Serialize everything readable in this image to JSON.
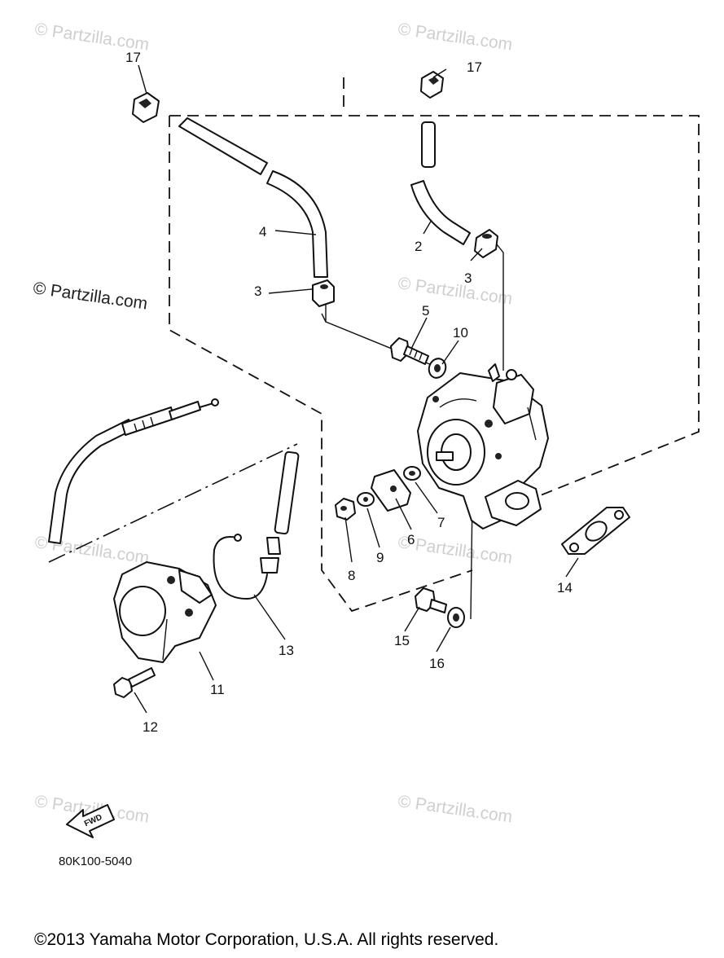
{
  "callouts": {
    "c17a": "17",
    "c17b": "17",
    "c4": "4",
    "c2": "2",
    "c3a": "3",
    "c3b": "3",
    "c5": "5",
    "c10": "10",
    "c7": "7",
    "c6": "6",
    "c9": "9",
    "c8": "8",
    "c14": "14",
    "c15": "15",
    "c16": "16",
    "c13": "13",
    "c11": "11",
    "c12": "12"
  },
  "watermark": "© Partzilla.com",
  "fwd_label": "FWD",
  "diagram_code": "80K100-5040",
  "copyright": "©2013  Yamaha Motor Corporation, U.S.A. All rights reserved."
}
